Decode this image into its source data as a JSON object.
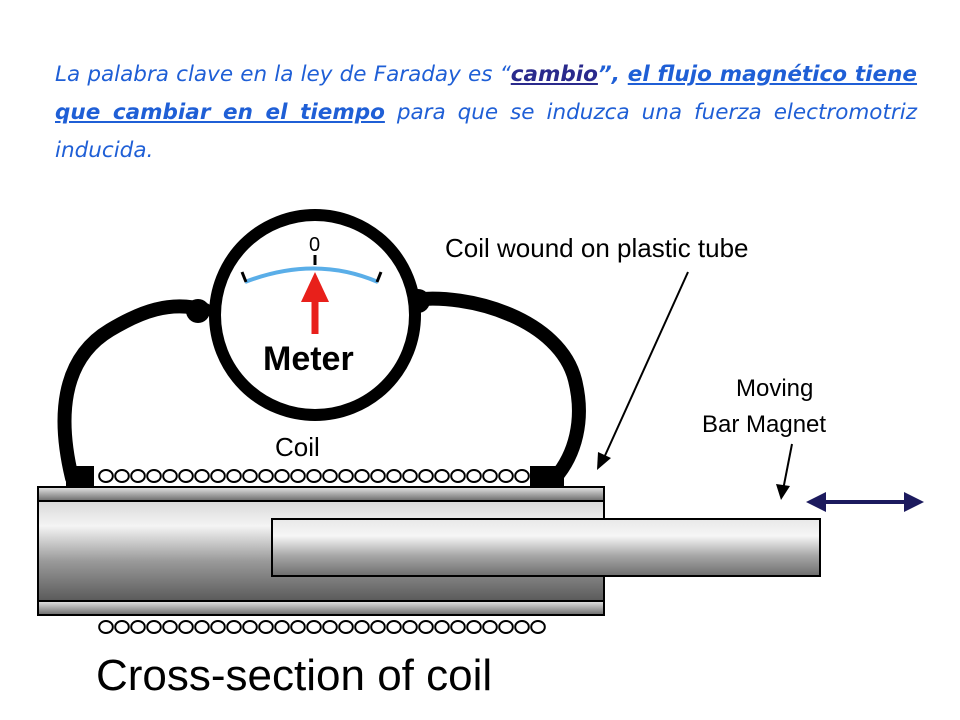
{
  "paragraph": {
    "intro": "La palabra clave en la ley de Faraday es “",
    "keyword": "cambio",
    "close_quote": "”, ",
    "emphasis": "el flujo magnético tiene que cambiar en el tiempo",
    "rest": " para que se induzca una fuerza electromotriz inducida."
  },
  "diagram": {
    "meter_zero": "0",
    "meter_label": "Meter",
    "coil_label": "Coil",
    "tube_label": "Coil wound on plastic tube",
    "magnet_label_line1": "Moving",
    "magnet_label_line2": "Bar Magnet",
    "caption": "Cross-section of coil"
  },
  "colors": {
    "text_blue": "#1f5fd6",
    "needle_red": "#e8201b",
    "scale_blue": "#5aaee8",
    "arrow_navy": "#1c1a5e"
  }
}
